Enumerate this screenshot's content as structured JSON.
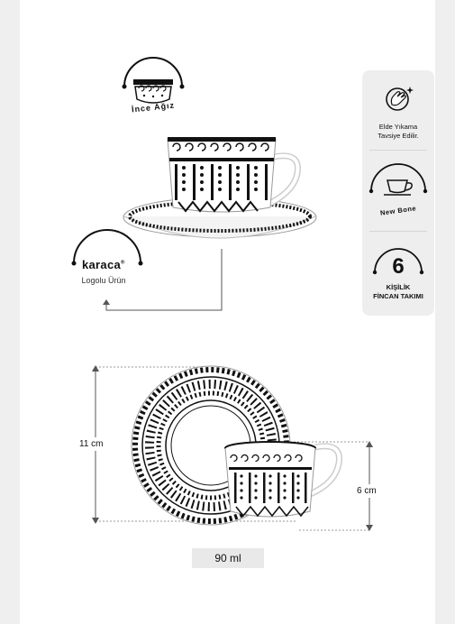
{
  "features": {
    "thin_rim": {
      "label": "İnce Ağız"
    },
    "hand_wash": {
      "label_line1": "Elde Yıkama",
      "label_line2": "Tavsiye Edilir."
    },
    "new_bone": {
      "label": "New Bone"
    },
    "set": {
      "number": "6",
      "line1": "KİŞİLİK",
      "line2": "FİNCAN TAKIMI"
    },
    "logo": {
      "brand": "karaca",
      "registered": "®",
      "label": "Logolu Ürün"
    }
  },
  "dimensions": {
    "height_label": "11 cm",
    "cup_height_label": "6 cm",
    "volume_label": "90 ml"
  },
  "colors": {
    "sidebar_bg": "#eeeeee",
    "accent": "#111111",
    "page_bg": "#ffffff"
  }
}
